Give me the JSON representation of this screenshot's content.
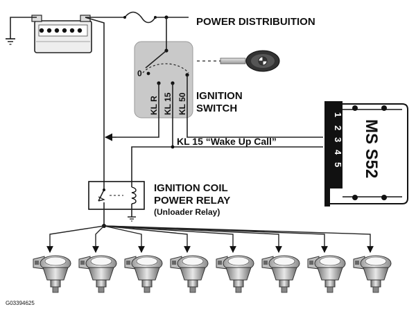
{
  "labels": {
    "power_distribution": "POWER DISTRIBUITION",
    "ignition_switch_line1": "IGNITION",
    "ignition_switch_line2": "SWITCH",
    "switch_pos_off": "0",
    "kl_r": "KL R",
    "kl_15": "KL 15",
    "kl_50": "KL 50",
    "wake_up_call": "KL 15 “Wake Up Call”",
    "relay_line1": "IGNITION COIL",
    "relay_line2": "POWER RELAY",
    "relay_line3": "(Unloader Relay)",
    "ecu_name": "MS S52",
    "ecu_pins": [
      "1",
      "2",
      "3",
      "4",
      "5"
    ],
    "figure_code": "G03394625"
  },
  "colors": {
    "switch_panel": "#c9c9c9",
    "ink": "#111111",
    "ecu_body": "#ffffff"
  },
  "icons": {
    "battery": "battery-icon",
    "fuse": "fuse-icon",
    "ground": "ground-icon",
    "key": "key-icon",
    "relay_coil": "coil-icon",
    "ignition_coil": "ignition-coil-icon"
  },
  "ignition_coils_count": 8
}
